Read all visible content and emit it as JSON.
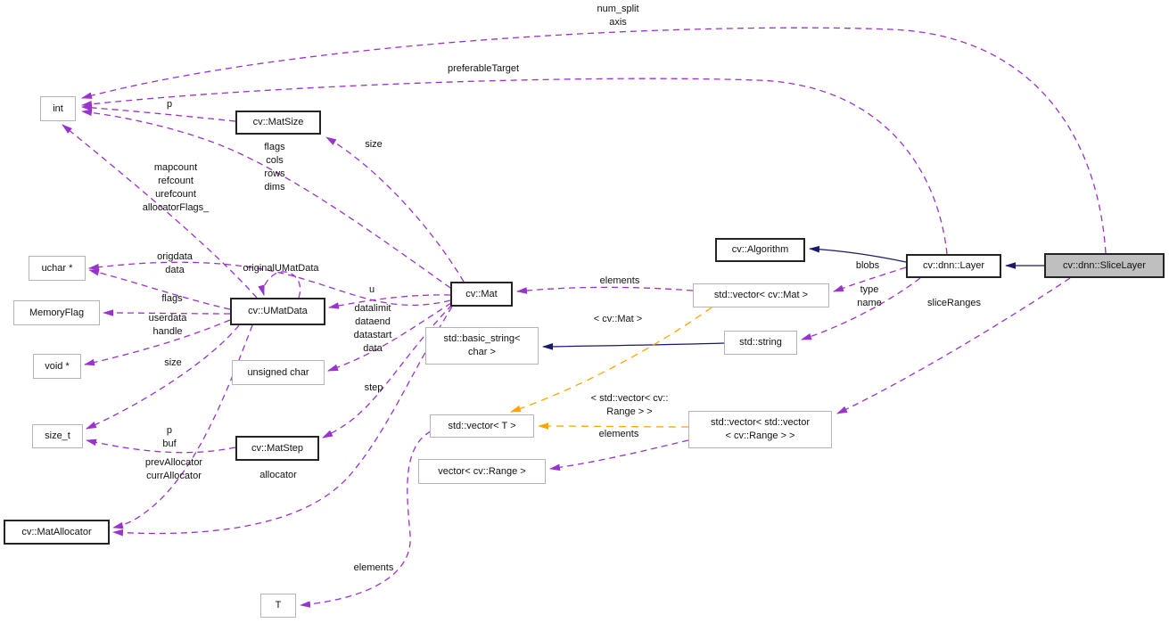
{
  "diagram": {
    "title": "cv::dnn::SliceLayer collaboration diagram",
    "colors": {
      "usage_edge": "#9a32cd",
      "inheritance_edge": "#191970",
      "template_edge": "#ffa500",
      "highlight_fill": "#bfbfbf",
      "node_border_bold": "#242424",
      "node_border_plain": "#b4b4b4"
    },
    "nodes": [
      {
        "id": "int",
        "label": "int"
      },
      {
        "id": "matsize",
        "label": "cv::MatSize"
      },
      {
        "id": "uchar_ptr",
        "label": "uchar *"
      },
      {
        "id": "memoryflag",
        "label": "MemoryFlag"
      },
      {
        "id": "umatdata",
        "label": "cv::UMatData"
      },
      {
        "id": "void_ptr",
        "label": "void *"
      },
      {
        "id": "unsigned_char",
        "label": "unsigned char"
      },
      {
        "id": "size_t",
        "label": "size_t"
      },
      {
        "id": "matstep",
        "label": "cv::MatStep"
      },
      {
        "id": "matallocator",
        "label": "cv::MatAllocator"
      },
      {
        "id": "t",
        "label": "T"
      },
      {
        "id": "mat",
        "label": "cv::Mat"
      },
      {
        "id": "basic_string",
        "label": "std::basic_string<\nchar >"
      },
      {
        "id": "vector_mat",
        "label": "std::vector< cv::Mat >"
      },
      {
        "id": "std_string",
        "label": "std::string"
      },
      {
        "id": "algorithm",
        "label": "cv::Algorithm"
      },
      {
        "id": "layer",
        "label": "cv::dnn::Layer"
      },
      {
        "id": "slicelayer",
        "label": "cv::dnn::SliceLayer"
      },
      {
        "id": "vector_t",
        "label": "std::vector< T >"
      },
      {
        "id": "vector_range",
        "label": "vector< cv::Range >"
      },
      {
        "id": "vector_vector_range",
        "label": "std::vector< std::vector\n< cv::Range > >"
      }
    ],
    "edge_labels": [
      {
        "id": "num_split_axis",
        "text": "num_split\naxis"
      },
      {
        "id": "preferabletarget",
        "text": "preferableTarget"
      },
      {
        "id": "p",
        "text": "p"
      },
      {
        "id": "flags_cols_rows_dims",
        "text": "flags\ncols\nrows\ndims"
      },
      {
        "id": "size_matsize",
        "text": "size"
      },
      {
        "id": "mapcount_group",
        "text": "mapcount\nrefcount\nurefcount\nallocatorFlags_"
      },
      {
        "id": "origdata_data",
        "text": "origdata\ndata"
      },
      {
        "id": "originalumatdata",
        "text": "originalUMatData"
      },
      {
        "id": "flags",
        "text": "flags"
      },
      {
        "id": "userdata_handle",
        "text": "userdata\nhandle"
      },
      {
        "id": "size_sizet",
        "text": "size"
      },
      {
        "id": "u",
        "text": "u"
      },
      {
        "id": "data_group",
        "text": "datalimit\ndataend\ndatastart\ndata"
      },
      {
        "id": "step",
        "text": "step"
      },
      {
        "id": "p_buf",
        "text": "p\nbuf"
      },
      {
        "id": "prev_curr_allocator",
        "text": "prevAllocator\ncurrAllocator"
      },
      {
        "id": "allocator",
        "text": "allocator"
      },
      {
        "id": "elements_mat",
        "text": "elements"
      },
      {
        "id": "blobs",
        "text": "blobs"
      },
      {
        "id": "type_name",
        "text": "type\nname"
      },
      {
        "id": "sliceranges",
        "text": "sliceRanges"
      },
      {
        "id": "tmpl_cv_mat",
        "text": "< cv::Mat >"
      },
      {
        "id": "tmpl_vector_range",
        "text": "< std::vector< cv::\nRange > >"
      },
      {
        "id": "elements_range",
        "text": "elements"
      },
      {
        "id": "elements_t",
        "text": "elements"
      }
    ]
  }
}
